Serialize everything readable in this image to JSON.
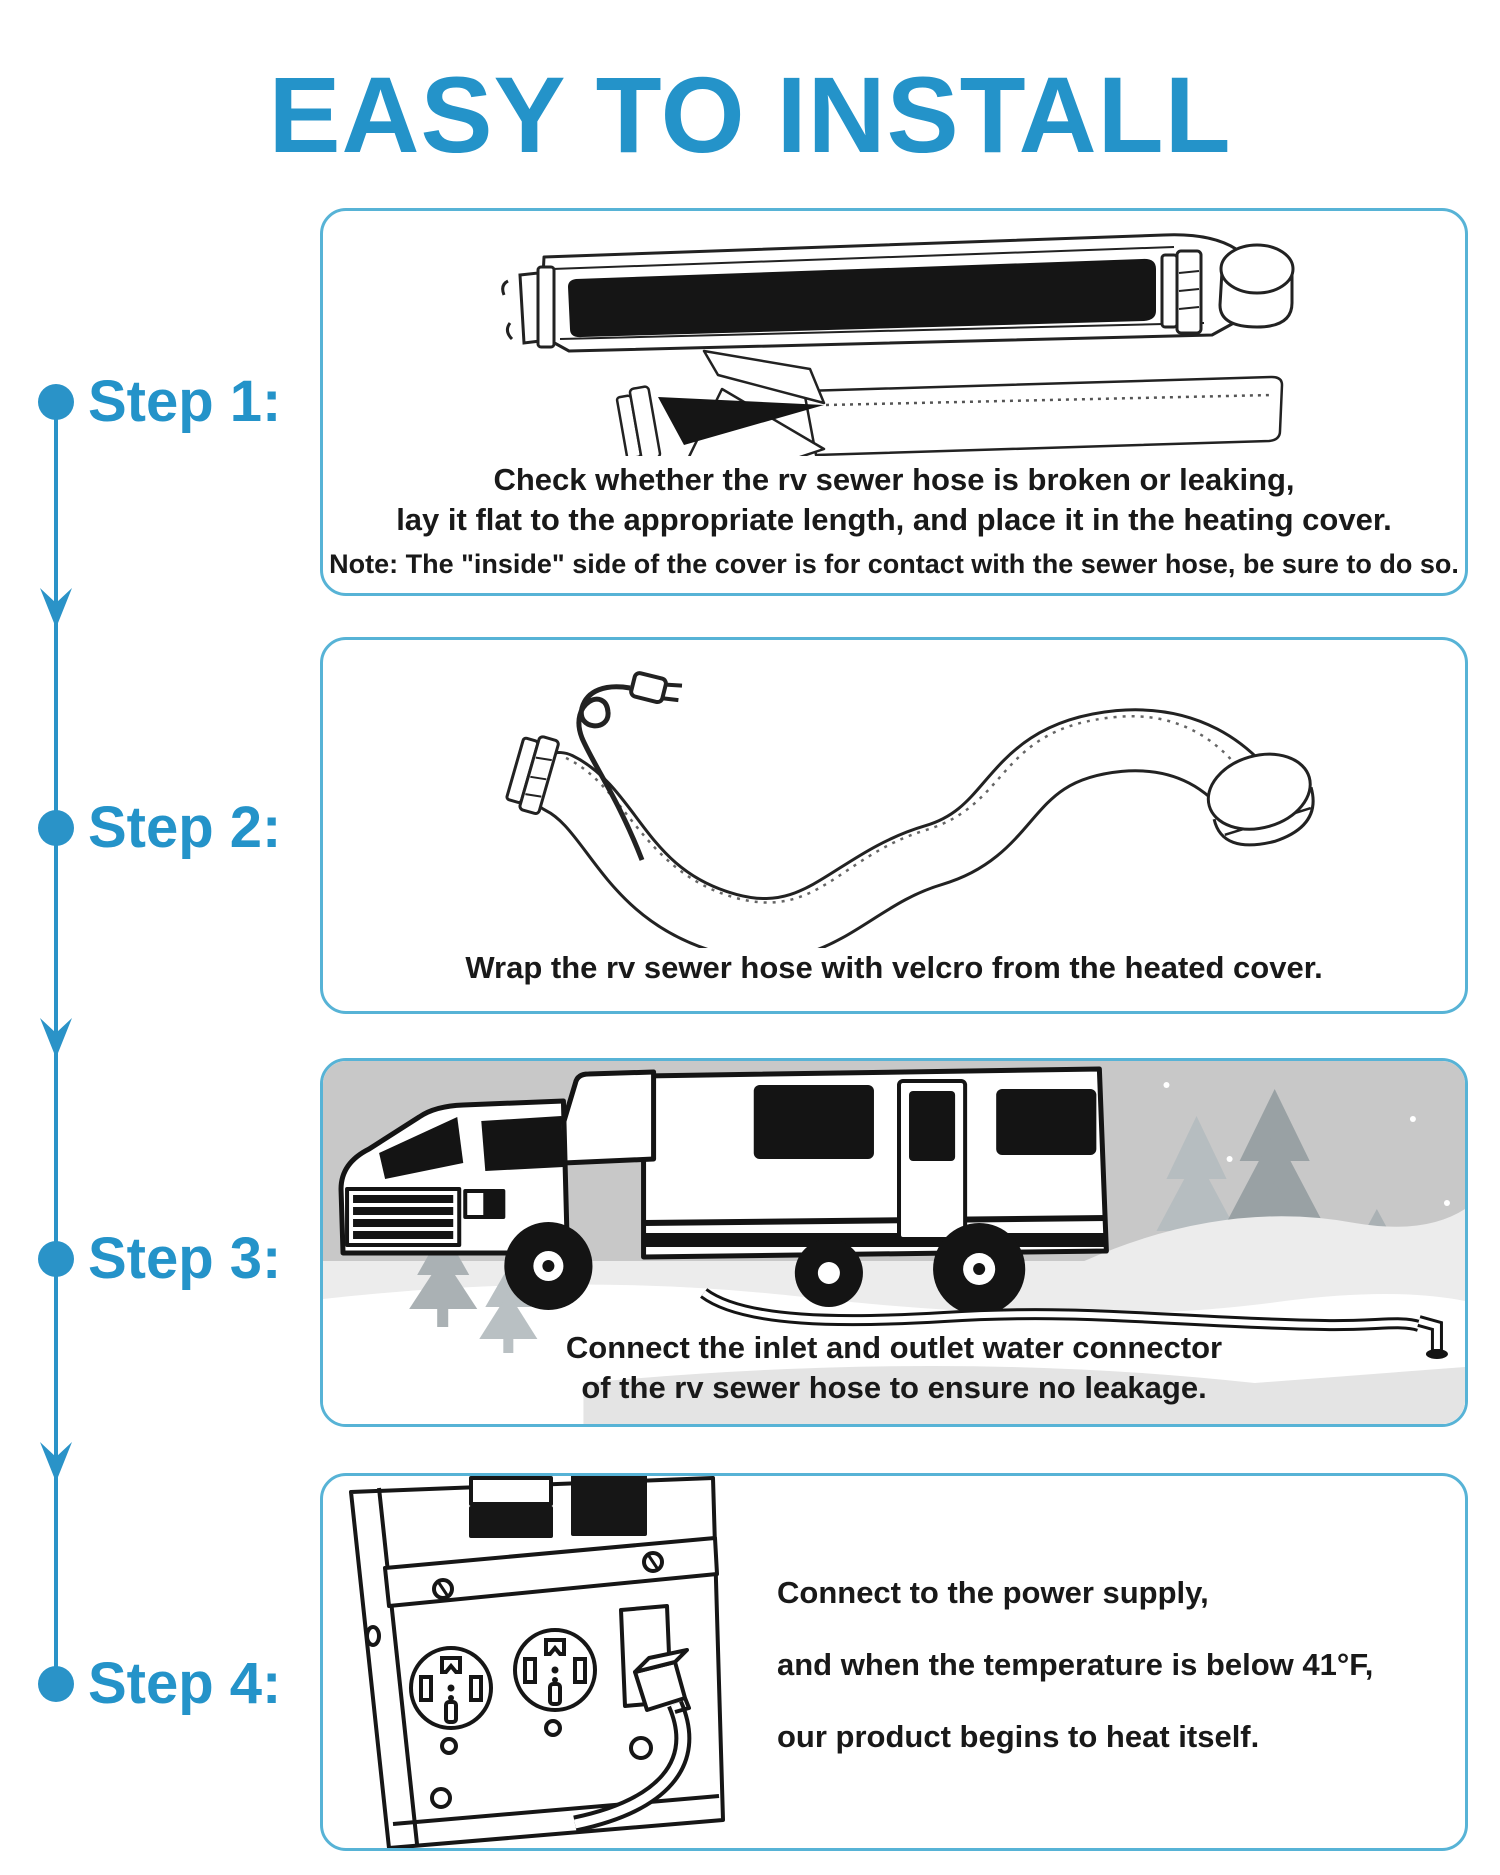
{
  "title": "EASY TO INSTALL",
  "colors": {
    "accent_blue": "#2493c9",
    "box_border_blue": "#57b3d6",
    "timeline_blue": "#2a93c8",
    "text_black": "#191919",
    "scene_sky_gray": "#c8c8c8"
  },
  "steps": [
    {
      "label": "Step 1:",
      "caption_line1": "Check whether the rv sewer hose is broken or leaking,",
      "caption_line2": "lay it flat to the appropriate length, and place it in the heating cover.",
      "note": "Note: The \"inside\" side of the cover is for contact with the sewer hose, be sure to do so.",
      "illustration": "hose-heating-cover"
    },
    {
      "label": "Step 2:",
      "caption": "Wrap the rv sewer hose with velcro from the heated cover.",
      "illustration": "wrapped-hose-with-power-cord"
    },
    {
      "label": "Step 3:",
      "caption_line1": "Connect the inlet and outlet water connector",
      "caption_line2": "of the rv sewer hose to ensure no leakage.",
      "illustration": "rv-winter-scene"
    },
    {
      "label": "Step 4:",
      "caption_line1": "Connect to the power supply,",
      "caption_line2": "and when the temperature is below 41°F,",
      "caption_line3": "our product begins to heat itself.",
      "illustration": "power-outlet-panel"
    }
  ]
}
